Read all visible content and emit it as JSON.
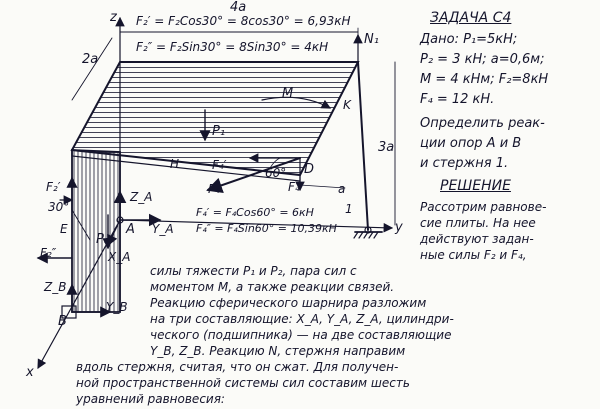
{
  "task": {
    "title": "ЗАДАЧА С4",
    "given_lines": [
      "Дано: P₁=5кН;",
      "P₂ = 3 кН; a=0,6м;",
      "M = 4 кНм; F₂=8кН",
      "F₄ = 12 кН."
    ],
    "find_lines": [
      "Определить реак-",
      "ции опор A и B",
      "и стержня 1."
    ],
    "solution_title": "РЕШЕНИЕ"
  },
  "formulas": {
    "f2_prime": "F₂′ = F₂Cos30° = 8cos30° = 6,93кН",
    "f2_double": "F₂″ = F₂Sin30° = 8Sin30° = 4кН",
    "f4_prime": "F₄′ = F₄Cos60° = 6кН",
    "f4_double": "F₄″ = F₄Sin60° = 10,39кН"
  },
  "solution_lines": [
    "Рассотрим равнове-",
    "сие плиты. На нее",
    "действуют задан-",
    "ные силы F₂ и F₄,",
    "силы тяжести P₁ и P₂, пара сил с",
    "моментом M, а также реакции связей.",
    "Реакцию сферического шарнира разложим",
    "на три составляющие: X_A, Y_A, Z_A, цилиндри-",
    "ческого (подшипника) — на две составляющие",
    "Y_B, Z_B. Реакцию N, стержня направим",
    "вдоль стержня, считая, что он сжат. Для получен-",
    "ной пространственной системы сил составим шесть",
    "уравнений равновесия:"
  ],
  "labels": {
    "dim_4a": "4a",
    "dim_2a": "2a",
    "dim_3a": "3a",
    "dim_a": "a",
    "axis_z": "z",
    "axis_y": "y",
    "axis_x": "x",
    "pt_A": "A",
    "pt_B": "B",
    "pt_D": "D",
    "pt_E": "E",
    "pt_H": "H",
    "pt_K": "K",
    "bar_1": "1",
    "moment_M": "M",
    "force_N1": "N₁",
    "force_P1": "P₁",
    "force_P2": "P₂",
    "force_F2p": "F₂′",
    "force_F2pp": "F₂″",
    "force_F4": "F₄",
    "force_F4p": "F₄′",
    "force_F4pp": "F₄″",
    "force_ZA": "Z_A",
    "force_YA": "Y_A",
    "force_XA": "X_A",
    "force_ZB": "Z_B",
    "force_YB": "Y_B",
    "angle_30": "30°",
    "angle_60": "60°"
  },
  "colors": {
    "ink": "#15152c",
    "paper": "#fbfbf8"
  }
}
